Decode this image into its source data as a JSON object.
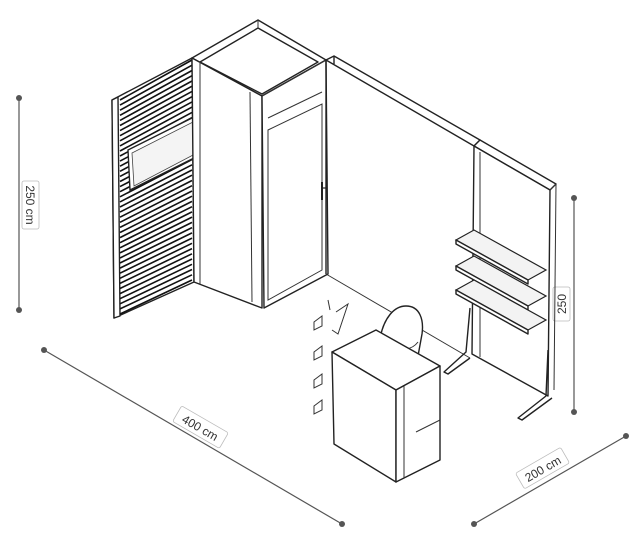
{
  "dimensions": {
    "height_left": "250 cm",
    "height_right": "250",
    "width": "400 cm",
    "depth": "200 cm"
  }
}
